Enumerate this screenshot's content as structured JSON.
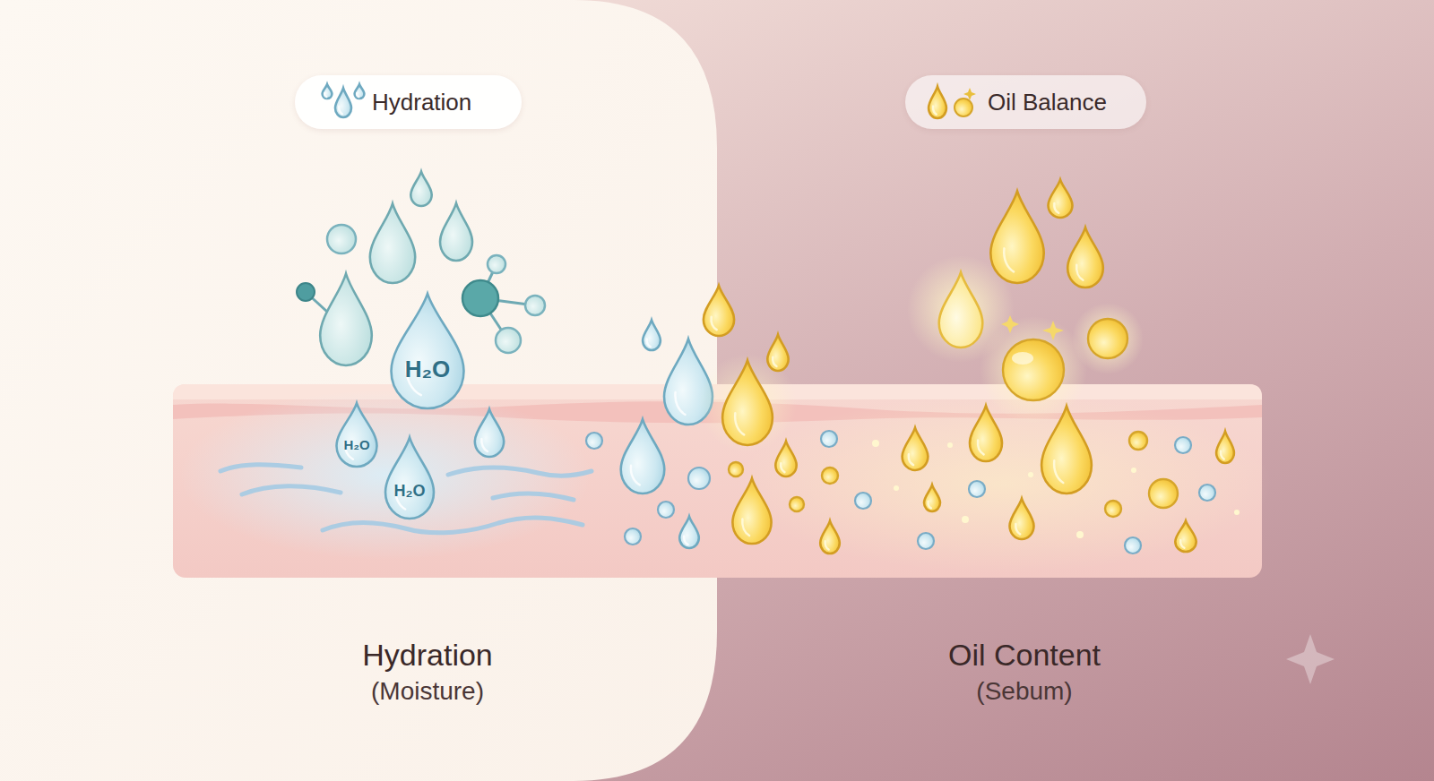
{
  "diagram": {
    "nodes": [
      {
        "text": [
          "Hydration"
        ]
      },
      {
        "text": [
          "Oil Balance"
        ]
      },
      {
        "text": [
          "H₂O"
        ]
      },
      {
        "text": [
          "H₂O"
        ]
      },
      {
        "text": [
          "H₂O"
        ]
      }
    ],
    "labels": [
      "Hydration",
      "(Moisture)",
      "Oil Content",
      "(Sebum)"
    ]
  }
}
